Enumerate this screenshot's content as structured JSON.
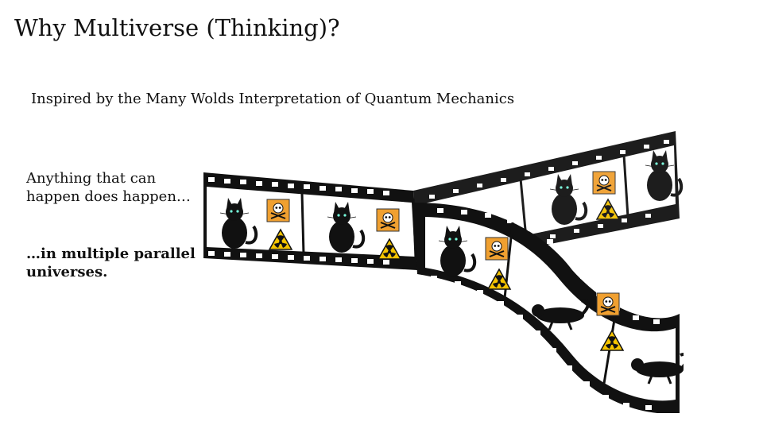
{
  "slide": {
    "title": "Why Multiverse (Thinking)?",
    "subtitle": "Inspired by the Many Wolds Interpretation of Quantum Mechanics",
    "body_line1": "Anything that can happen does happen…",
    "body_line2": "…in multiple parallel universes."
  },
  "illustration": {
    "description_icons": [
      "cat-icon",
      "skull-crossbones-icon",
      "radiation-icon"
    ],
    "colors": {
      "film": "#111111",
      "warning_orange": "#f0a030",
      "radiation_yellow": "#f5c400"
    }
  }
}
